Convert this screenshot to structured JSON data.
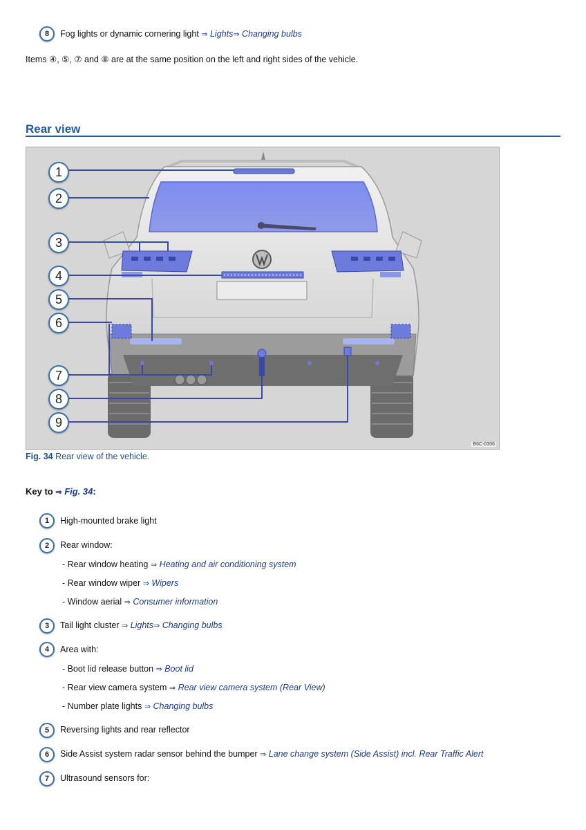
{
  "top": {
    "item8_num": "8",
    "item8_text": "Fog lights or dynamic cornering light",
    "item8_link1": "Lights",
    "item8_link2": "Changing bulbs",
    "note": "Items ④, ⑤, ⑦ and ⑧ are at the same position on the left and right sides of the vehicle."
  },
  "section": {
    "title": "Rear view"
  },
  "figure": {
    "callouts": [
      "1",
      "2",
      "3",
      "4",
      "5",
      "6",
      "7",
      "8",
      "9"
    ],
    "code": "B6C-0306",
    "caption_label": "Fig. 34",
    "caption_text": "Rear view of the vehicle."
  },
  "key": {
    "header_prefix": "Key to",
    "header_link": "Fig. 34",
    "header_suffix": ":",
    "items": [
      {
        "num": "1",
        "text": "High-mounted brake light"
      },
      {
        "num": "2",
        "text": "Rear window:"
      },
      {
        "num": "3",
        "text": "Tail light cluster",
        "link1": "Lights",
        "link2": "Changing bulbs"
      },
      {
        "num": "4",
        "text": "Area with:"
      },
      {
        "num": "5",
        "text": "Reversing lights and rear reflector"
      },
      {
        "num": "6",
        "text": "Side Assist system radar sensor behind the bumper",
        "link1": "Lane change system (Side Assist) incl. Rear Traffic Alert"
      },
      {
        "num": "7",
        "text": "Ultrasound sensors for:"
      }
    ],
    "sub2": [
      {
        "text": "- Rear window heating",
        "link": "Heating and air conditioning system"
      },
      {
        "text": "- Rear window wiper",
        "link": "Wipers"
      },
      {
        "text": "- Window aerial",
        "link": "Consumer information"
      }
    ],
    "sub4": [
      {
        "text": "- Boot lid release button",
        "link": "Boot lid"
      },
      {
        "text": "- Rear view camera system",
        "link": "Rear view camera system (Rear View)"
      },
      {
        "text": "- Number plate lights",
        "link": "Changing bulbs"
      }
    ],
    "arrow": "⇒"
  }
}
